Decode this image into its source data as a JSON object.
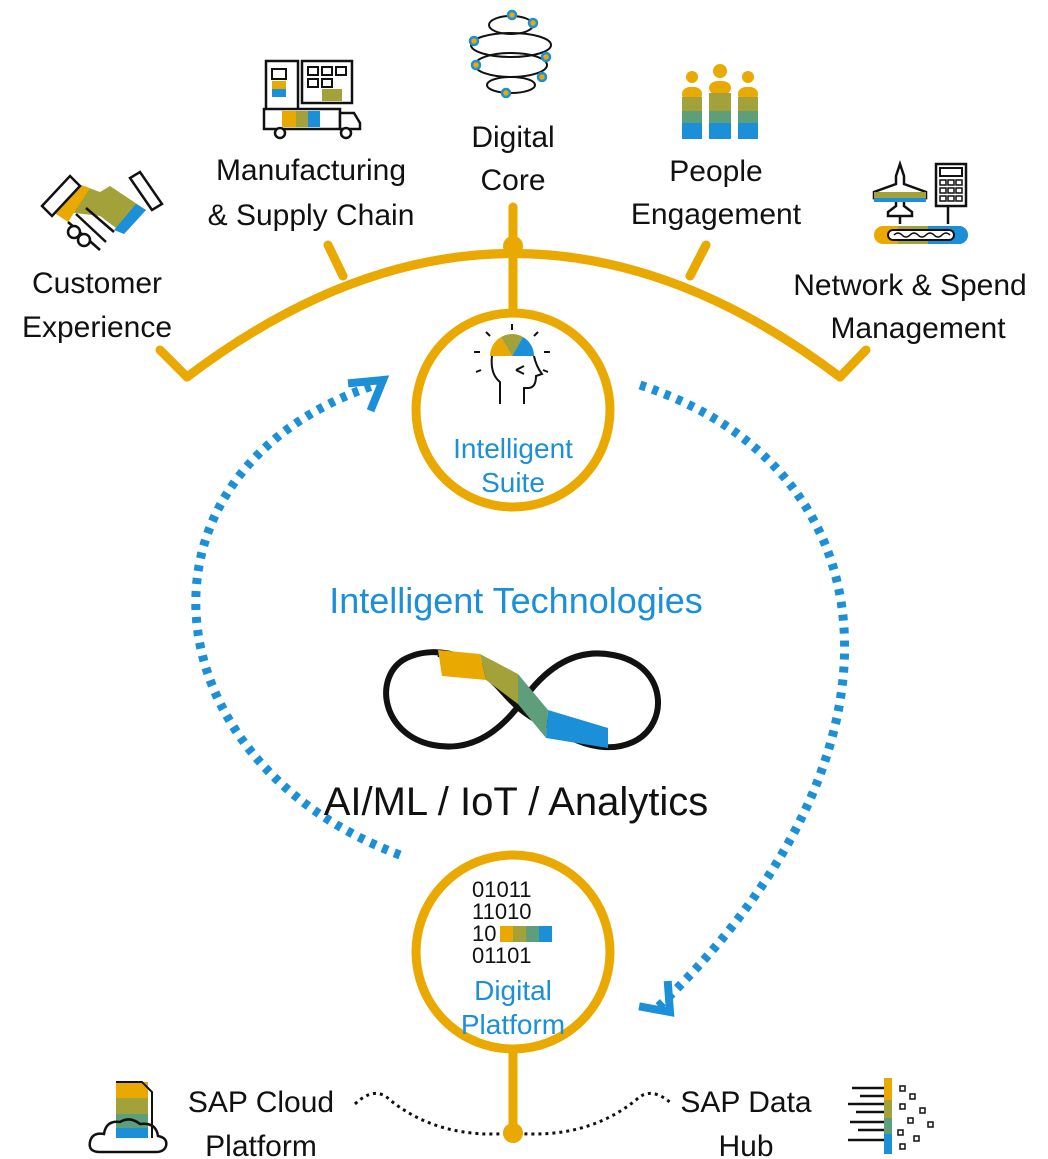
{
  "colors": {
    "gold": "#e9a900",
    "olive": "#a3a23a",
    "sage": "#5f9e7a",
    "blue": "#1b8fd8",
    "dark": "#111111"
  },
  "pillars": [
    {
      "lines": [
        "Customer",
        "Experience"
      ],
      "icon": "handshake-icon"
    },
    {
      "lines": [
        "Manufacturing",
        "& Supply Chain"
      ],
      "icon": "factory-truck-icon"
    },
    {
      "lines": [
        "Digital",
        "Core"
      ],
      "icon": "spiral-core-icon"
    },
    {
      "lines": [
        "People",
        "Engagement"
      ],
      "icon": "people-icon"
    },
    {
      "lines": [
        "Network & Spend",
        "Management"
      ],
      "icon": "plane-calculator-icon"
    }
  ],
  "suite": {
    "lines": [
      "Intelligent",
      "Suite"
    ],
    "icon": "head-lightbulb-icon"
  },
  "technologies": {
    "title": "Intelligent Technologies",
    "subtitle": "AI/ML / IoT / Analytics",
    "icon": "infinity-icon"
  },
  "platform": {
    "lines": [
      "Digital",
      "Platform"
    ],
    "binary": [
      "01011",
      "11010",
      "10",
      "01101"
    ],
    "icon": "binary-data-icon"
  },
  "bottom": [
    {
      "lines": [
        "SAP Cloud",
        "Platform"
      ],
      "icon": "cloud-document-icon"
    },
    {
      "lines": [
        "SAP Data",
        "Hub"
      ],
      "icon": "data-hub-icon"
    }
  ]
}
